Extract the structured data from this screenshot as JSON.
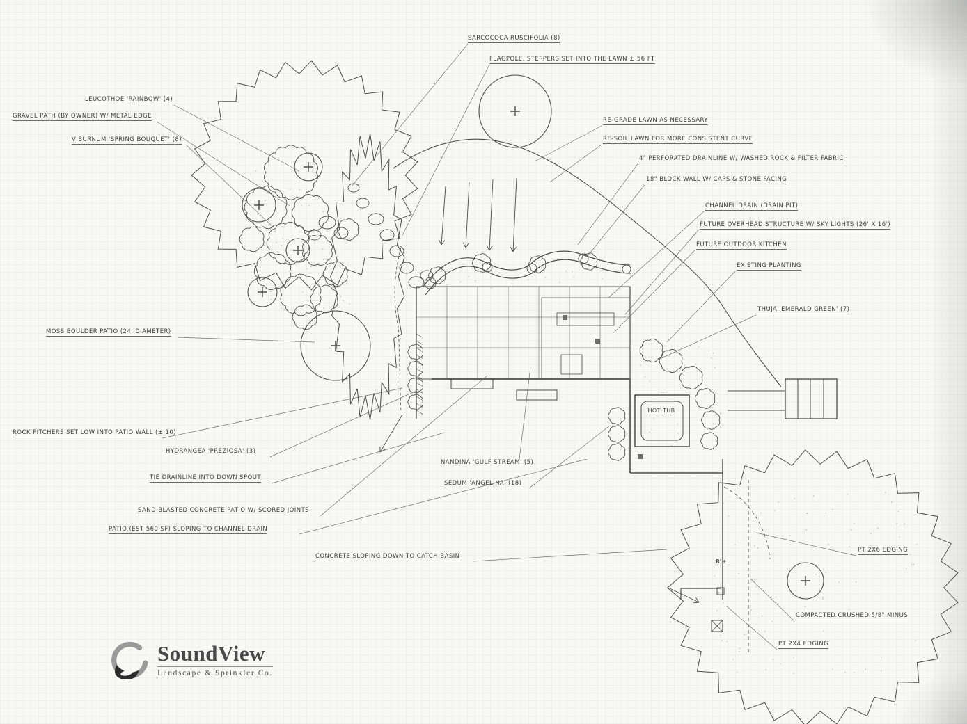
{
  "colors": {
    "ink": "#4b4b4b",
    "paper": "#f8f8f5",
    "leader": "#6f6f6f",
    "logo_dark": "#2b2b2b",
    "logo_gray": "#9a9a9a"
  },
  "logo": {
    "name": "SoundView",
    "tagline": "Landscape & Sprinkler Co."
  },
  "labels": [
    "SARCOCOCA RUSCIFOLIA (8)",
    "FLAGPOLE, STEPPERS SET INTO THE LAWN ± 56 FT",
    "LEUCOTHOE 'RAINBOW' (4)",
    "GRAVEL PATH (BY OWNER) W/ METAL EDGE",
    "VIBURNUM 'SPRING BOUQUET' (8)",
    "RE-GRADE LAWN AS NECESSARY",
    "RE-SOIL LAWN FOR MORE CONSISTENT CURVE",
    "4\" PERFORATED DRAINLINE W/ WASHED ROCK & FILTER FABRIC",
    "18\" BLOCK WALL W/ CAPS & STONE FACING",
    "CHANNEL DRAIN (DRAIN PIT)",
    "FUTURE OVERHEAD STRUCTURE W/ SKY LIGHTS (26' X 16')",
    "FUTURE OUTDOOR KITCHEN",
    "EXISTING PLANTING",
    "THUJA 'EMERALD GREEN' (7)",
    "MOSS BOULDER PATIO (24' DIAMETER)",
    "ROCK PITCHERS SET LOW INTO PATIO WALL (± 10)",
    "HYDRANGEA 'PREZIOSA' (3)",
    "TIE DRAINLINE INTO DOWN SPOUT",
    "NANDINA 'GULF STREAM' (5)",
    "SEDUM 'ANGELINA' (18)",
    "SAND BLASTED CONCRETE PATIO W/ SCORED JOINTS",
    "PATIO (EST 560 SF) SLOPING TO CHANNEL DRAIN",
    "CONCRETE SLOPING DOWN TO CATCH BASIN",
    "PT 2X6 EDGING",
    "COMPACTED CRUSHED 5/8\" MINUS",
    "PT 2X4 EDGING",
    "HOT TUB",
    "8'±"
  ]
}
